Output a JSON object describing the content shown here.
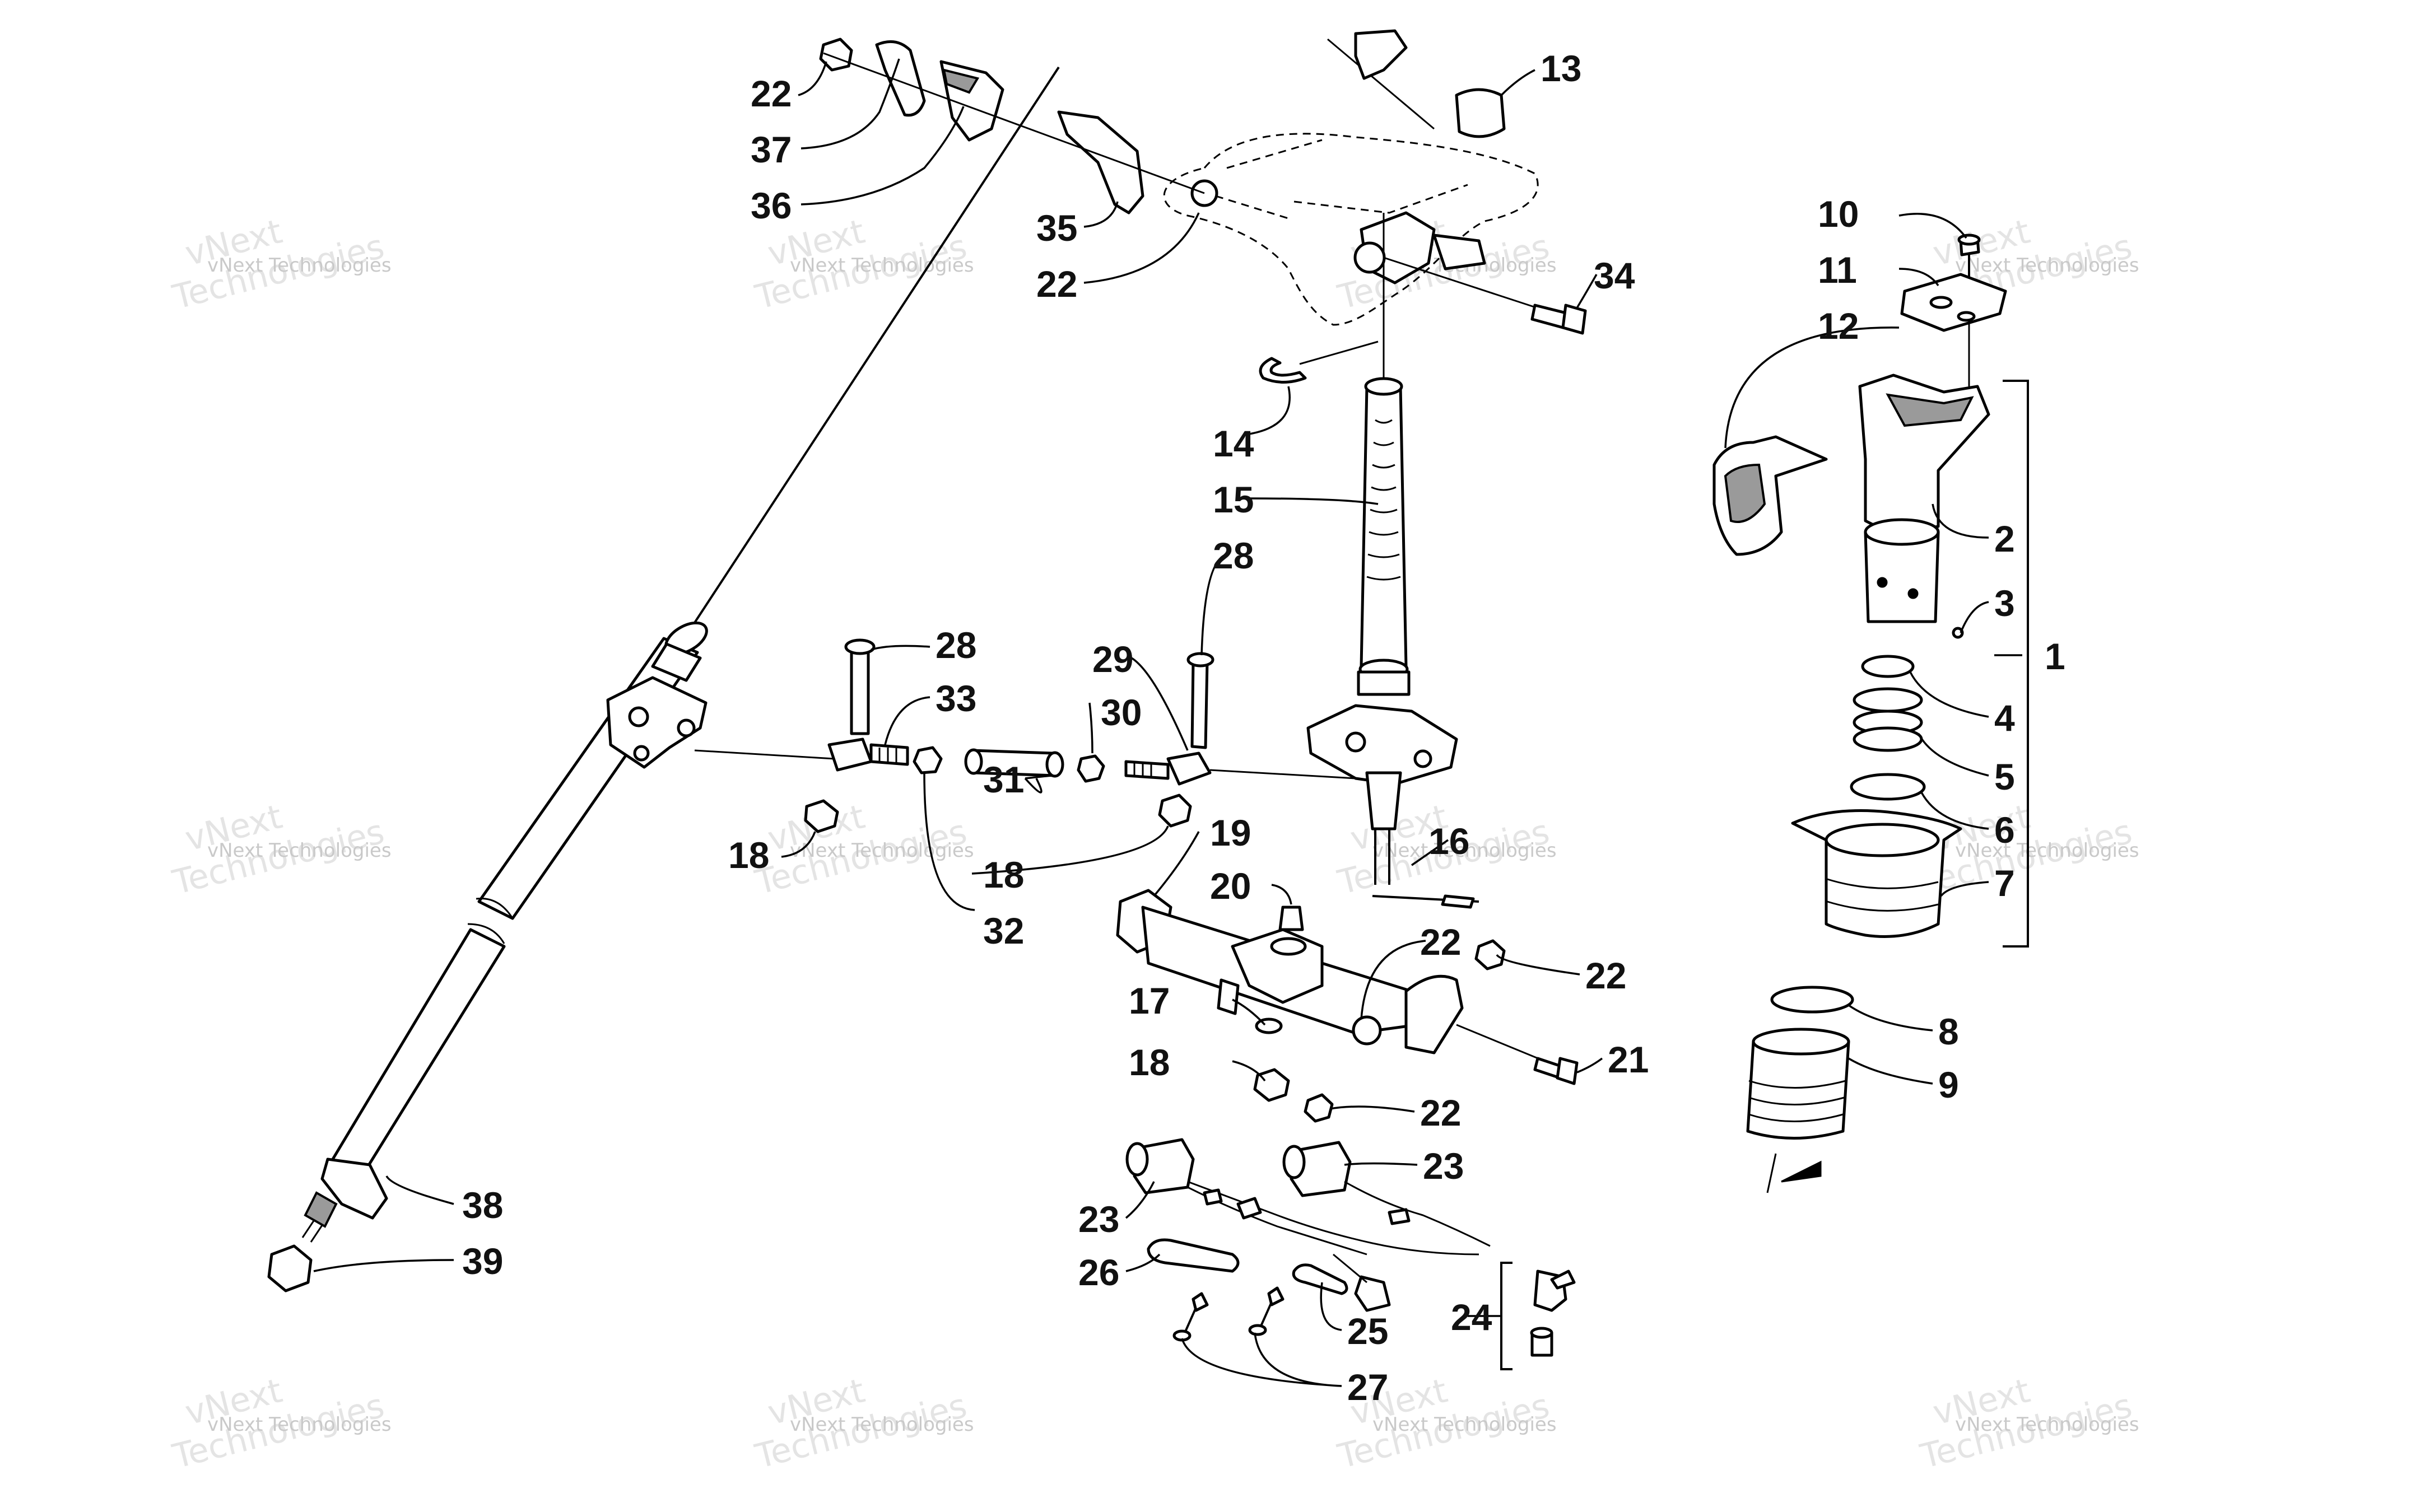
{
  "callouts": [
    {
      "id": "c-22-top",
      "text": "22"
    },
    {
      "id": "c-37",
      "text": "37"
    },
    {
      "id": "c-36",
      "text": "36"
    },
    {
      "id": "c-35",
      "text": "35"
    },
    {
      "id": "c-22-bar",
      "text": "22"
    },
    {
      "id": "c-13",
      "text": "13"
    },
    {
      "id": "c-34",
      "text": "34"
    },
    {
      "id": "c-14",
      "text": "14"
    },
    {
      "id": "c-15",
      "text": "15"
    },
    {
      "id": "c-28-left",
      "text": "28"
    },
    {
      "id": "c-33",
      "text": "33"
    },
    {
      "id": "c-28-right",
      "text": "28"
    },
    {
      "id": "c-29",
      "text": "29"
    },
    {
      "id": "c-30",
      "text": "30"
    },
    {
      "id": "c-31",
      "text": "31"
    },
    {
      "id": "c-18-left",
      "text": "18"
    },
    {
      "id": "c-18-mid",
      "text": "18"
    },
    {
      "id": "c-32",
      "text": "32"
    },
    {
      "id": "c-19",
      "text": "19"
    },
    {
      "id": "c-16",
      "text": "16"
    },
    {
      "id": "c-20",
      "text": "20"
    },
    {
      "id": "c-22-arm",
      "text": "22"
    },
    {
      "id": "c-22-nut",
      "text": "22"
    },
    {
      "id": "c-17",
      "text": "17"
    },
    {
      "id": "c-18-low",
      "text": "18"
    },
    {
      "id": "c-21",
      "text": "21"
    },
    {
      "id": "c-22-low",
      "text": "22"
    },
    {
      "id": "c-23-right",
      "text": "23"
    },
    {
      "id": "c-23-left",
      "text": "23"
    },
    {
      "id": "c-26",
      "text": "26"
    },
    {
      "id": "c-24",
      "text": "24"
    },
    {
      "id": "c-25",
      "text": "25"
    },
    {
      "id": "c-27",
      "text": "27"
    },
    {
      "id": "c-38",
      "text": "38"
    },
    {
      "id": "c-39",
      "text": "39"
    },
    {
      "id": "c-10",
      "text": "10"
    },
    {
      "id": "c-11",
      "text": "11"
    },
    {
      "id": "c-12",
      "text": "12"
    },
    {
      "id": "c-2",
      "text": "2"
    },
    {
      "id": "c-3",
      "text": "3"
    },
    {
      "id": "c-1",
      "text": "1"
    },
    {
      "id": "c-4",
      "text": "4"
    },
    {
      "id": "c-5",
      "text": "5"
    },
    {
      "id": "c-6",
      "text": "6"
    },
    {
      "id": "c-7",
      "text": "7"
    },
    {
      "id": "c-8",
      "text": "8"
    },
    {
      "id": "c-9",
      "text": "9"
    }
  ],
  "watermark": {
    "line_small": "vNext Technologies",
    "big_word_1": "vNext",
    "big_word_2": "Technologies"
  },
  "colors": {
    "ink": "#000000",
    "watermark_small": "#c9c9c9",
    "watermark_big": "#e4e4e4",
    "part_shading": "#9a9a9a"
  }
}
